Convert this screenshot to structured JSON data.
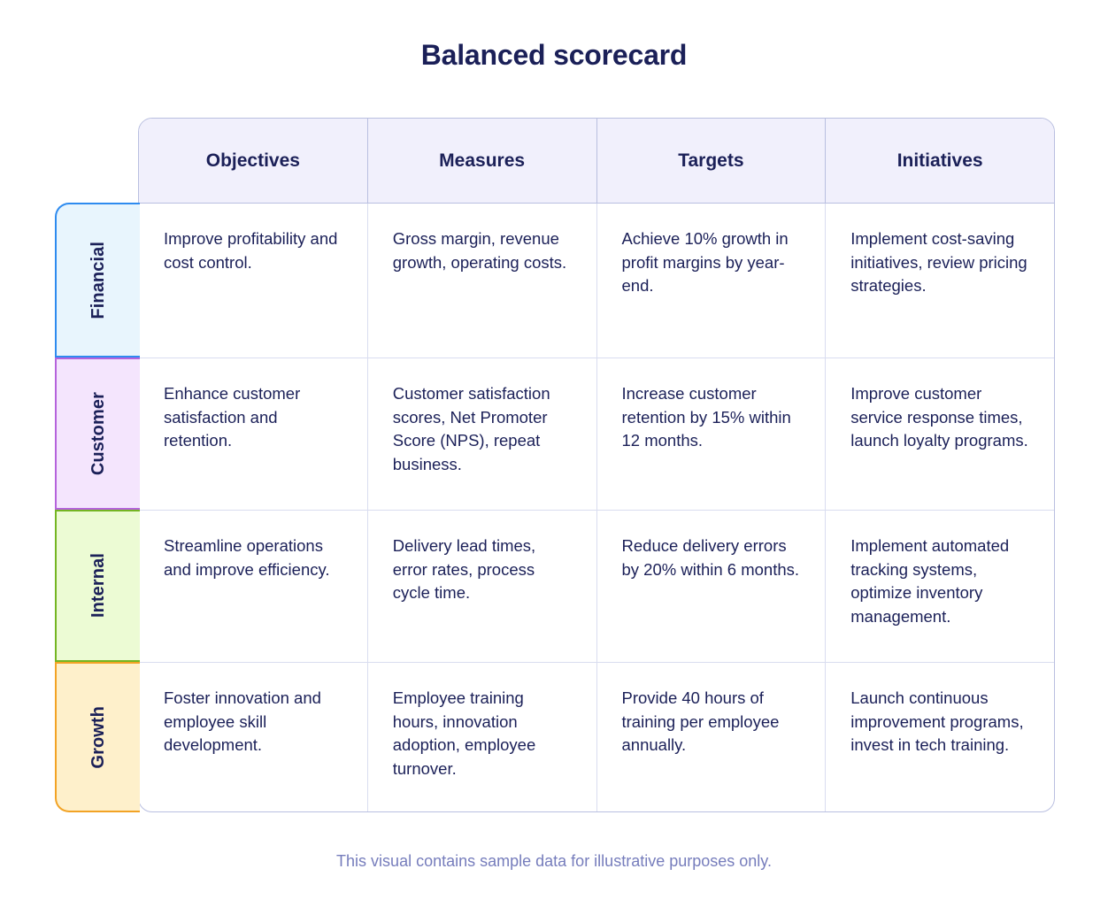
{
  "title": "Balanced scorecard",
  "footer_note": "This visual contains sample data for illustrative purposes only.",
  "colors": {
    "title_text": "#1B2058",
    "body_text": "#1B2058",
    "footer_text": "#767DBC",
    "header_bg": "#F1F0FC",
    "table_border": "#B9BFE0",
    "grid_line": "#D9DDF0",
    "financial_fill": "#E8F5FD",
    "financial_border": "#2E8BEF",
    "customer_fill": "#F4E5FD",
    "customer_border": "#B563DC",
    "internal_fill": "#ECFBD4",
    "internal_border": "#74B522",
    "growth_fill": "#FEF0CB",
    "growth_border": "#F2A325"
  },
  "chart_data": {
    "type": "table",
    "title": "Balanced scorecard",
    "columns": [
      "Objectives",
      "Measures",
      "Targets",
      "Initiatives"
    ],
    "row_labels": [
      "Financial",
      "Customer",
      "Internal",
      "Growth"
    ],
    "rows": [
      {
        "perspective": "Financial",
        "objectives": "Improve profitability and cost control.",
        "measures": "Gross margin, revenue growth, operating costs.",
        "targets": "Achieve 10% growth in profit margins by year-end.",
        "initiatives": "Implement cost-saving initiatives, review pricing strategies."
      },
      {
        "perspective": "Customer",
        "objectives": "Enhance customer satisfaction and retention.",
        "measures": "Customer satisfaction scores, Net Promoter Score (NPS), repeat business.",
        "targets": "Increase customer retention by 15% within 12 months.",
        "initiatives": "Improve customer service response times, launch loyalty programs."
      },
      {
        "perspective": "Internal",
        "objectives": "Streamline operations and improve efficiency.",
        "measures": "Delivery lead times, error rates, process cycle time.",
        "targets": "Reduce delivery errors by 20% within 6 months.",
        "initiatives": "Implement automated tracking systems, optimize inventory management."
      },
      {
        "perspective": "Growth",
        "objectives": "Foster innovation and employee skill development.",
        "measures": "Employee training hours, innovation adoption, employee turnover.",
        "targets": "Provide 40 hours of training per employee annually.",
        "initiatives": "Launch continuous improvement programs, invest in tech training."
      }
    ]
  }
}
